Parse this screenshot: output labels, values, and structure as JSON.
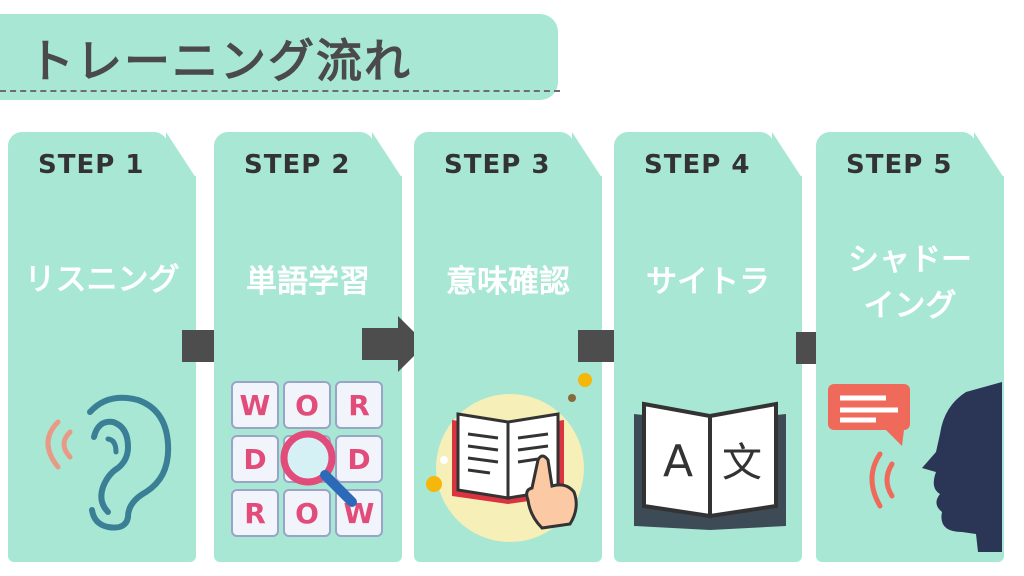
{
  "title": "トレーニング流れ",
  "steps": [
    {
      "label": "STEP 1",
      "title": "リスニング"
    },
    {
      "label": "STEP 2",
      "title": "単語学習",
      "word_grid": [
        "W",
        "O",
        "R",
        "D",
        "",
        "D",
        "R",
        "O",
        "W"
      ]
    },
    {
      "label": "STEP 3",
      "title": "意味確認"
    },
    {
      "label": "STEP 4",
      "title": "サイトラ",
      "book_letters": [
        "A",
        "文"
      ]
    },
    {
      "label": "STEP 5",
      "title_line1": "シャドー",
      "title_line2": "イング"
    }
  ],
  "colors": {
    "card": "#a7e7d3",
    "arrow": "#4d4d4d",
    "text_dark": "#333333",
    "ear": "#3a7f95",
    "waves": "#e89a86"
  },
  "icons": [
    "ear-icon",
    "word-search-icon",
    "open-book-pointer-icon",
    "translation-book-icon",
    "speaking-head-icon"
  ]
}
